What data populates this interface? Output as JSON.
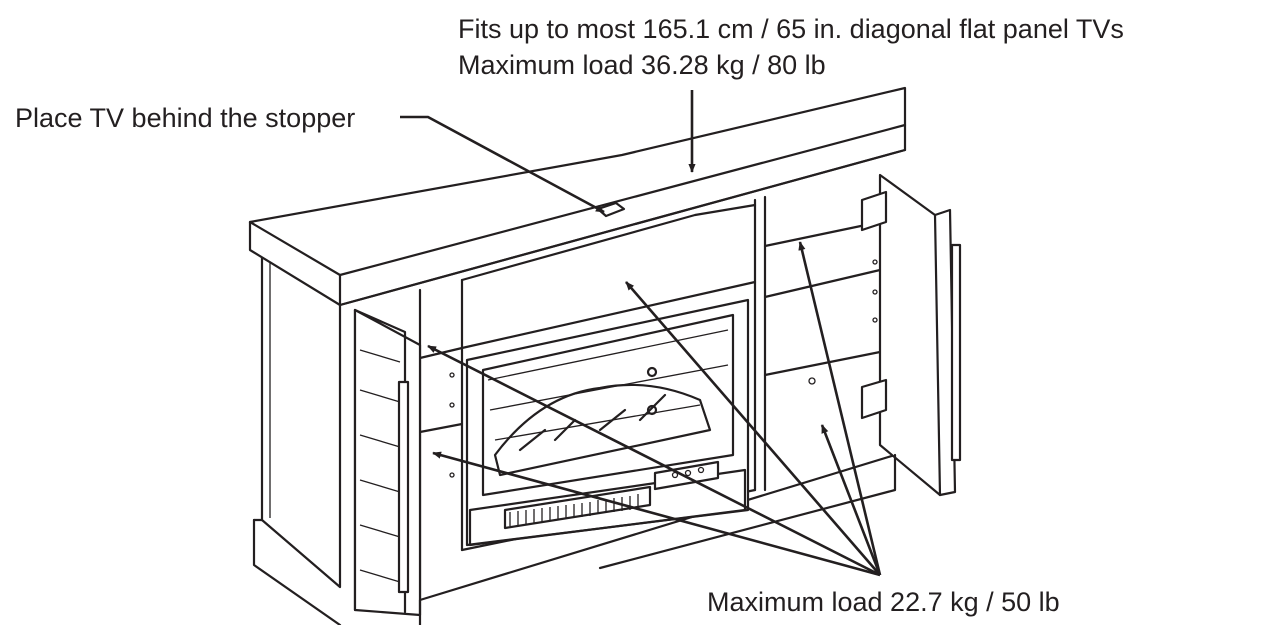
{
  "labels": {
    "tv_size": "Fits up to most 165.1 cm / 65 in. diagonal flat panel TVs",
    "top_load": "Maximum load 36.28 kg / 80 lb",
    "stopper": "Place TV behind the stopper",
    "shelf_load": "Maximum load 22.7 kg / 50 lb"
  },
  "colors": {
    "line": "#231f20",
    "background": "#ffffff"
  }
}
